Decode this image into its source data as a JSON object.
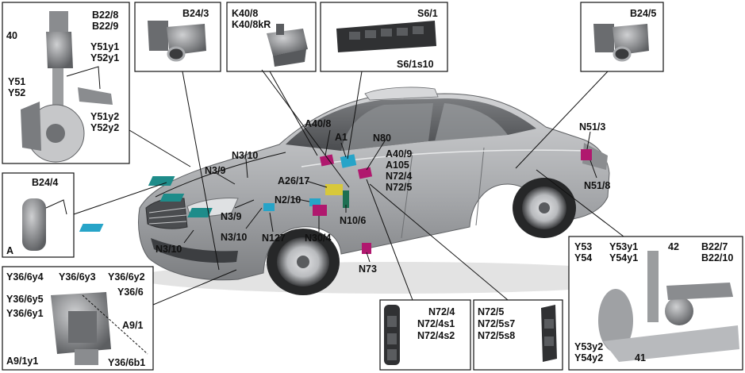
{
  "callouts": {
    "top_left": [
      "B22/8",
      "B22/9",
      "40",
      "Y51y1",
      "Y52y1",
      "Y51",
      "Y52",
      "Y51y2",
      "Y52y2"
    ],
    "b24_3": "B24/3",
    "k40": [
      "K40/8",
      "K40/8kR"
    ],
    "s6": [
      "S6/1",
      "S6/1s10"
    ],
    "b24_5": "B24/5",
    "b24_4": [
      "B24/4",
      "A"
    ],
    "car": [
      "A40/8",
      "A1",
      "N80",
      "A40/9",
      "A105",
      "N72/4",
      "N72/5",
      "N51/3",
      "N51/8",
      "N3/10",
      "N3/9",
      "A26/17",
      "N2/10",
      "N10/6",
      "N3/9",
      "N3/10",
      "N127",
      "N30/4",
      "N3/10",
      "N73"
    ],
    "bottom_left": [
      "Y36/6y4",
      "Y36/6y3",
      "Y36/6y2",
      "Y36/6y5",
      "Y36/6",
      "Y36/6y1",
      "A9/1",
      "A9/1y1",
      "Y36/6b1"
    ],
    "n72_4": [
      "N72/4",
      "N72/4s1",
      "N72/4s2"
    ],
    "n72_5": [
      "N72/5",
      "N72/5s7",
      "N72/5s8"
    ],
    "bottom_right": [
      "Y53",
      "Y54",
      "Y53y1",
      "Y54y1",
      "42",
      "B22/7",
      "B22/10",
      "Y53y2",
      "Y54y2",
      "41"
    ]
  },
  "colors": {
    "body_grey": "#a9abae",
    "teal": "#1e8c8a",
    "magenta": "#b0186e",
    "cyan": "#27a4c8",
    "yellow": "#d8c83a"
  }
}
